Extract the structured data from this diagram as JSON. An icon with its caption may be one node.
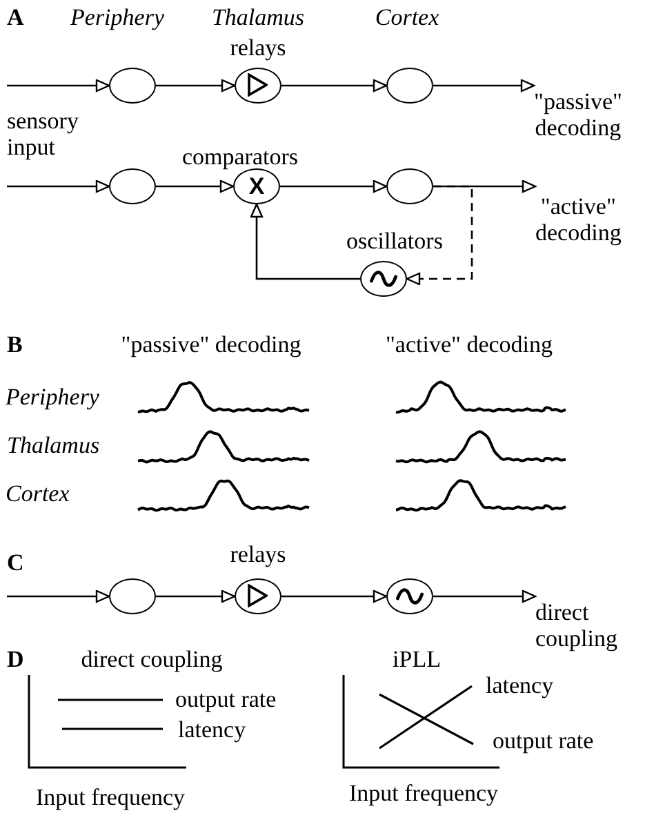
{
  "diagram": {
    "nodes": [
      {
        "text": [],
        "shape": "circle"
      },
      {
        "text": [],
        "shape": "circle",
        "beside": [
          "relays"
        ]
      },
      {
        "text": [],
        "shape": "circle"
      },
      {
        "text": [
          "\"passive\" decoding"
        ]
      },
      {
        "text": [],
        "shape": "circle"
      },
      {
        "text": [
          "X"
        ],
        "beside": [
          "comparators"
        ]
      },
      {
        "text": [],
        "shape": "circle"
      },
      {
        "text": [
          "\"active\" decoding"
        ]
      },
      {
        "text": [],
        "shape": "circle",
        "beside": [
          "oscillators"
        ]
      },
      {
        "text": [],
        "shape": "circle"
      },
      {
        "text": [],
        "shape": "circle",
        "beside": [
          "relays"
        ]
      },
      {
        "text": [],
        "shape": "circle"
      },
      {
        "text": [
          "direct coupling"
        ]
      }
    ],
    "edges": [
      {
        "from": null,
        "to": 0,
        "arrow": "to"
      },
      {
        "from": 0,
        "to": 1,
        "arrow": "to"
      },
      {
        "from": 1,
        "to": 2,
        "arrow": "to"
      },
      {
        "from": 2,
        "to": 3,
        "arrow": "to"
      },
      {
        "from": null,
        "to": 4,
        "arrow": "to"
      },
      {
        "from": 4,
        "to": 5,
        "arrow": "to"
      },
      {
        "from": 5,
        "to": 6,
        "arrow": "to"
      },
      {
        "from": 6,
        "to": 7,
        "arrow": "to"
      },
      {
        "from": 6,
        "to": 8,
        "arrow": "to",
        "style": "dashed"
      },
      {
        "from": 8,
        "to": 5,
        "arrow": "to"
      },
      {
        "from": null,
        "to": 9,
        "arrow": "to"
      },
      {
        "from": 9,
        "to": 10,
        "arrow": "to"
      },
      {
        "from": 10,
        "to": 11,
        "arrow": "to"
      },
      {
        "from": 11,
        "to": 12,
        "arrow": "to"
      }
    ],
    "labels": [
      "A",
      "Periphery",
      "Thalamus",
      "Cortex",
      "sensory input",
      "B",
      "\"passive\" decoding",
      "\"active\" decoding",
      "Periphery",
      "Thalamus",
      "Cortex",
      "C",
      "D",
      "direct coupling",
      "output rate",
      "latency",
      "Input frequency",
      "iPLL",
      "latency",
      "output rate",
      "Input frequency"
    ]
  }
}
